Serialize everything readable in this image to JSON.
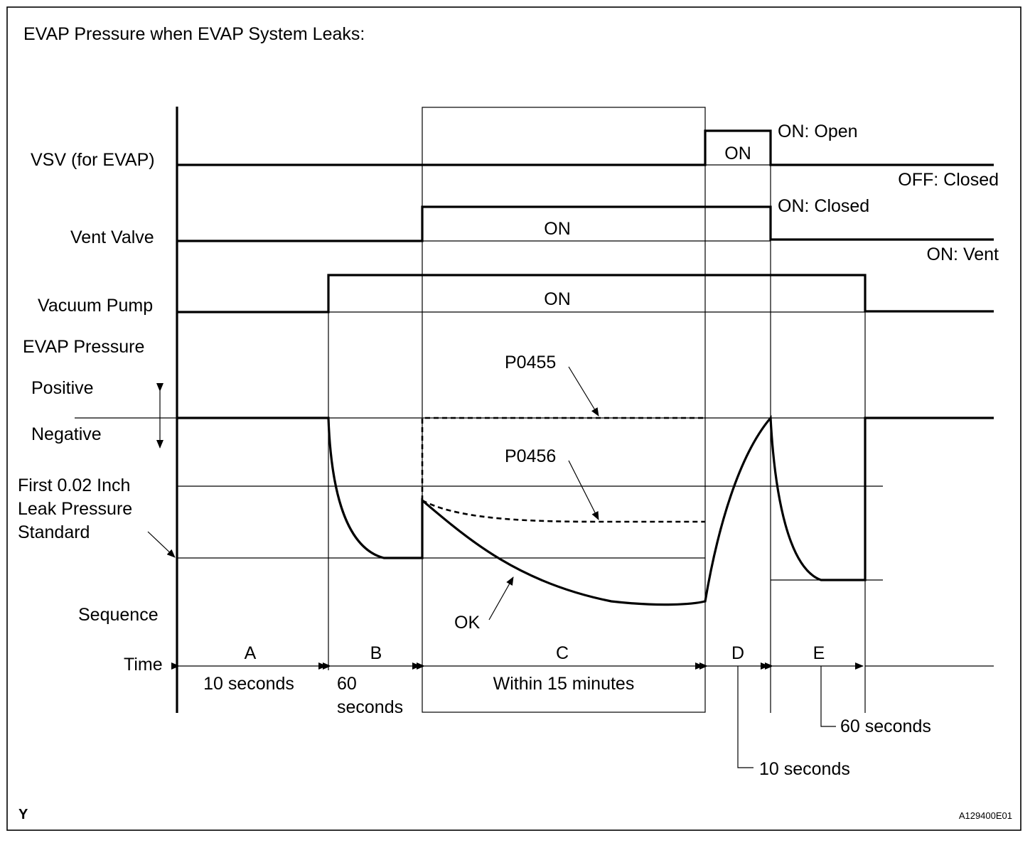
{
  "title": "EVAP Pressure when EVAP System Leaks:",
  "row_labels": {
    "vsv": "VSV (for EVAP)",
    "vent_valve": "Vent Valve",
    "vacuum_pump": "Vacuum Pump",
    "evap_pressure": "EVAP Pressure",
    "positive": "Positive",
    "negative": "Negative",
    "leak_std_line1": "First 0.02 Inch",
    "leak_std_line2": "Leak Pressure",
    "leak_std_line3": "Standard",
    "sequence": "Sequence",
    "time": "Time"
  },
  "state_labels": {
    "vsv_on": "ON",
    "vsv_on_open": "ON: Open",
    "vsv_off_closed": "OFF: Closed",
    "vent_on": "ON",
    "vent_on_closed": "ON: Closed",
    "vent_on_vent": "ON: Vent",
    "pump_on": "ON"
  },
  "curve_labels": {
    "p0455": "P0455",
    "p0456": "P0456",
    "ok": "OK"
  },
  "sequence": [
    {
      "id": "A",
      "duration": "10 seconds"
    },
    {
      "id": "B",
      "duration_line1": "60",
      "duration_line2": "seconds"
    },
    {
      "id": "C",
      "duration": "Within 15 minutes"
    },
    {
      "id": "D",
      "duration": "10 seconds"
    },
    {
      "id": "E",
      "duration": "60 seconds"
    }
  ],
  "footer": {
    "left_mark": "Y",
    "figure_id": "A129400E01"
  }
}
